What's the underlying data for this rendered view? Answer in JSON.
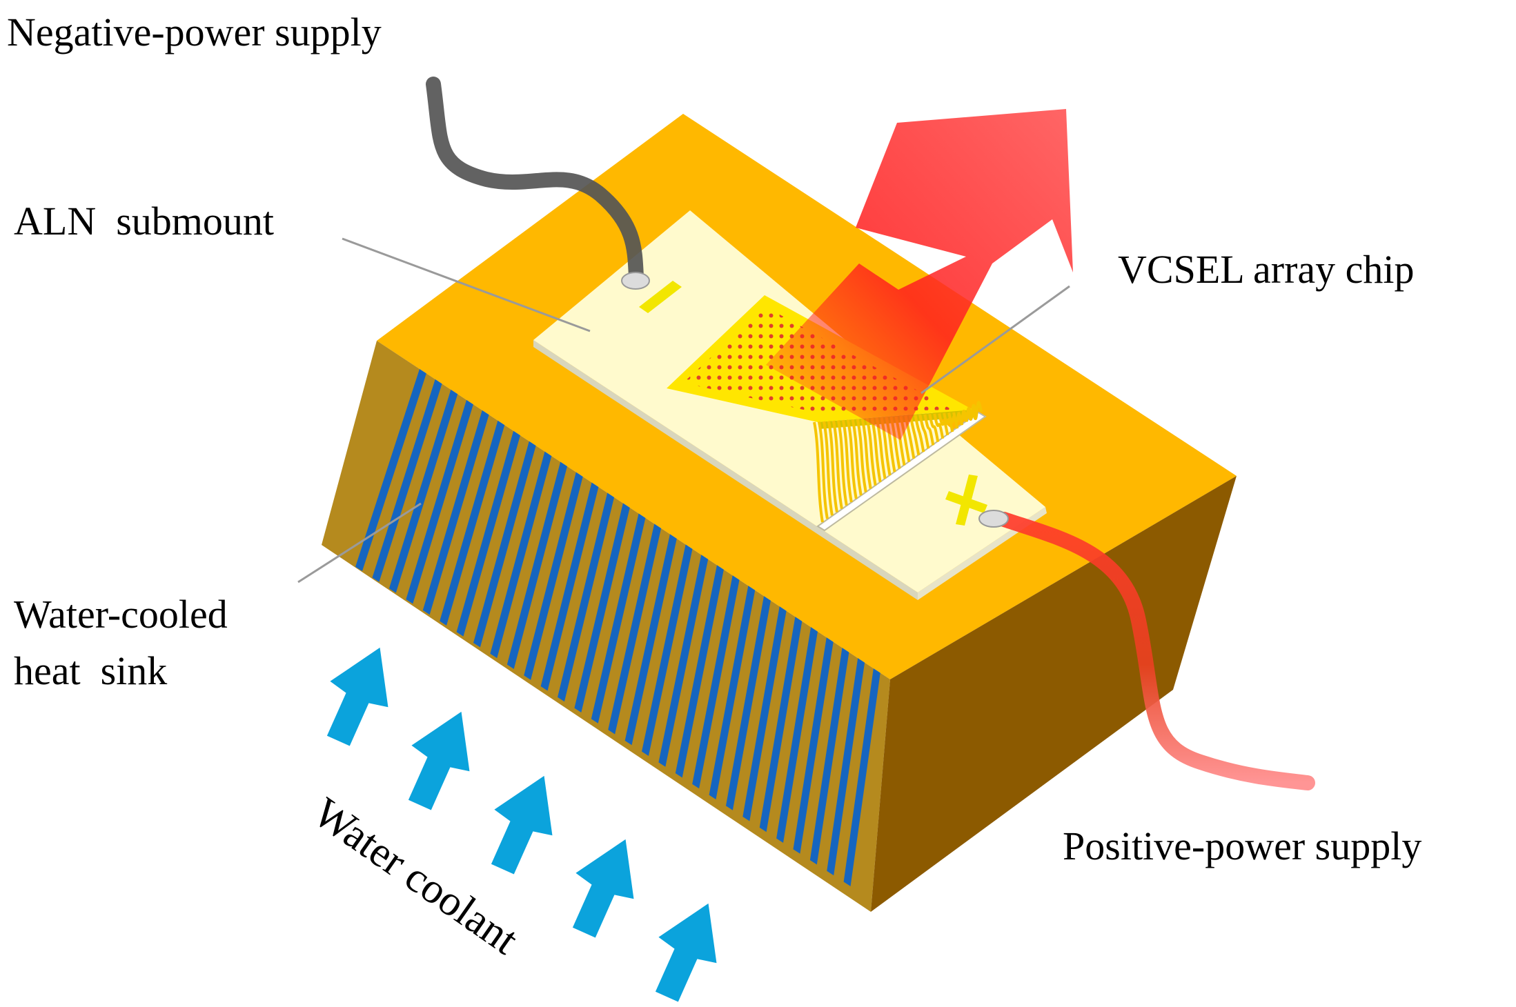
{
  "labels": {
    "negative_supply": "Negative-power supply",
    "aln_submount": "ALN  submount",
    "vcsel_chip": "VCSEL array chip",
    "heat_sink_line1": "Water-cooled",
    "heat_sink_line2": "heat  sink",
    "water_coolant": "Water coolant",
    "positive_supply": "Positive-power supply"
  },
  "colors": {
    "block_top": "#FFB800",
    "block_front": "#B58A1E",
    "block_right": "#8C5A00",
    "channel": "#1565C0",
    "submount": "#FFFACD",
    "chip": "#FFE600",
    "emitter_dot": "#E0402A",
    "laser_beam": "#FF1E1E",
    "coolant_arrow": "#0BA3DC",
    "negative_cable": "#555555",
    "positive_cable": "#FF3B2B"
  },
  "icons": {
    "minus": "minus-icon",
    "plus": "plus-icon",
    "coolant": "up-arrow-icon",
    "laser": "laser-beam-arrow-icon"
  }
}
